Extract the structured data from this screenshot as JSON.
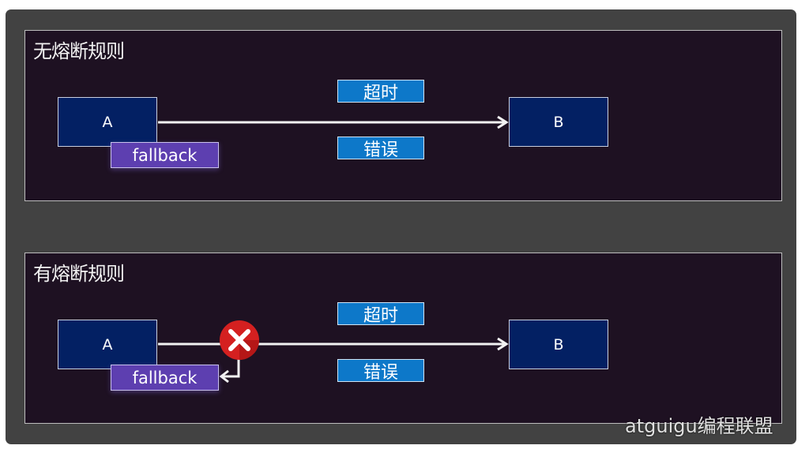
{
  "diagrams": [
    {
      "title": "无熔断规则",
      "node_a": "A",
      "node_b": "B",
      "fallback": "fallback",
      "tag_top": "超时",
      "tag_bottom": "错误"
    },
    {
      "title": "有熔断规则",
      "node_a": "A",
      "node_b": "B",
      "fallback": "fallback",
      "tag_top": "超时",
      "tag_bottom": "错误",
      "breaker_icon": "close-x-icon"
    }
  ],
  "colors": {
    "panel_bg": "#1e1122",
    "node_bg": "#032063",
    "fallback_bg": "#5d3fb0",
    "tag_bg": "#0d78c9",
    "breaker_red": "#d42020"
  },
  "watermark": "atguigu编程联盟"
}
